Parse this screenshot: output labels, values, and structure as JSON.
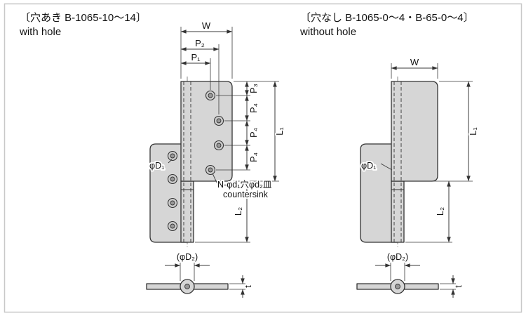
{
  "colors": {
    "bg": "#ffffff",
    "border": "#c8c8c8",
    "leaf-fill": "#d6d6d6",
    "line": "#333333",
    "dim-line": "#3a3a3a"
  },
  "left": {
    "title_jp": "〔穴あき B-1065-10〜14〕",
    "title_en": "with hole",
    "dim_w": "W",
    "dim_p2": "P₂",
    "dim_p1": "P₁",
    "dim_p3": "P₃",
    "dim_p4_1": "P₄",
    "dim_p4_2": "P₄",
    "dim_p4_3": "P₄",
    "dim_l1": "L₁",
    "dim_l2": "L₂",
    "dim_phi_d1": "φD₁",
    "dim_phi_d2": "(φD₂)",
    "dim_t": "t",
    "note_line1": "N-φd₁穴φd₂皿",
    "note_line2": "countersink"
  },
  "right": {
    "title_jp": "〔穴なし B-1065-0〜4・B-65-0〜4〕",
    "title_en": "without hole",
    "dim_w": "W",
    "dim_l1": "L₁",
    "dim_l2": "L₂",
    "dim_phi_d1": "φD₁",
    "dim_phi_d2": "(φD₂)",
    "dim_t": "t"
  }
}
